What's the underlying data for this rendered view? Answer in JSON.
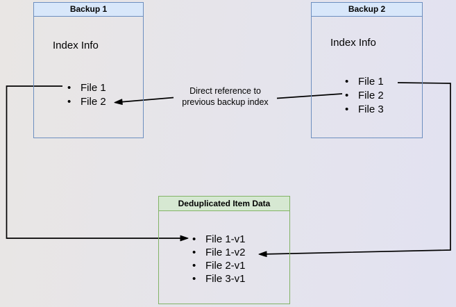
{
  "canvas": {
    "background_left_color": "#e9e6e4",
    "background_right_color": "#e2e2f1"
  },
  "nodes": {
    "backup1": {
      "title": "Backup 1",
      "subtitle": "Index Info",
      "files": [
        "File 1",
        "File 2"
      ],
      "header_fill": "#d8e7fa",
      "border_color": "#6c8ebf"
    },
    "backup2": {
      "title": "Backup 2",
      "subtitle": "Index Info",
      "files": [
        "File 1",
        "File 2",
        "File 3"
      ],
      "header_fill": "#d8e7fa",
      "border_color": "#6c8ebf"
    },
    "dedup": {
      "title": "Deduplicated Item Data",
      "files": [
        "File 1-v1",
        "File 1-v2",
        "File 2-v1",
        "File 3-v1"
      ],
      "header_fill": "#d6e8d2",
      "border_color": "#82b366"
    }
  },
  "edges": {
    "direct_reference": {
      "label": [
        "Direct reference to",
        "previous backup index"
      ],
      "color": "#000000"
    },
    "connector_color": "#000000"
  }
}
